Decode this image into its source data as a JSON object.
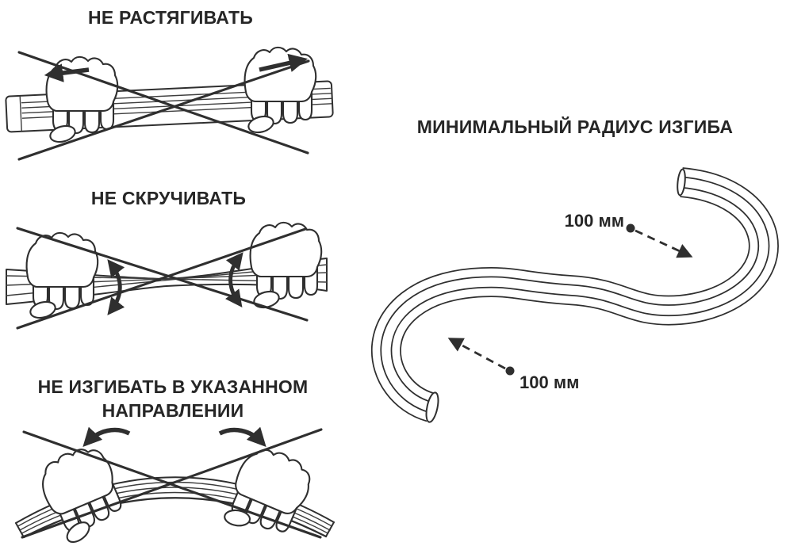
{
  "page": {
    "background": "#ffffff",
    "ink": "#2f2f2f",
    "text_color": "#262626"
  },
  "panels": {
    "stretch": {
      "title": "НЕ РАСТЯГИВАТЬ"
    },
    "twist": {
      "title": "НЕ СКРУЧИВАТЬ"
    },
    "bend": {
      "title": "НЕ ИЗГИБАТЬ В УКАЗАННОМ НАПРАВЛЕНИИ"
    },
    "radius": {
      "title": "МИНИМАЛЬНЫЙ РАДИУС ИЗГИБА",
      "upper_label": "100 мм",
      "lower_label": "100 мм"
    }
  }
}
